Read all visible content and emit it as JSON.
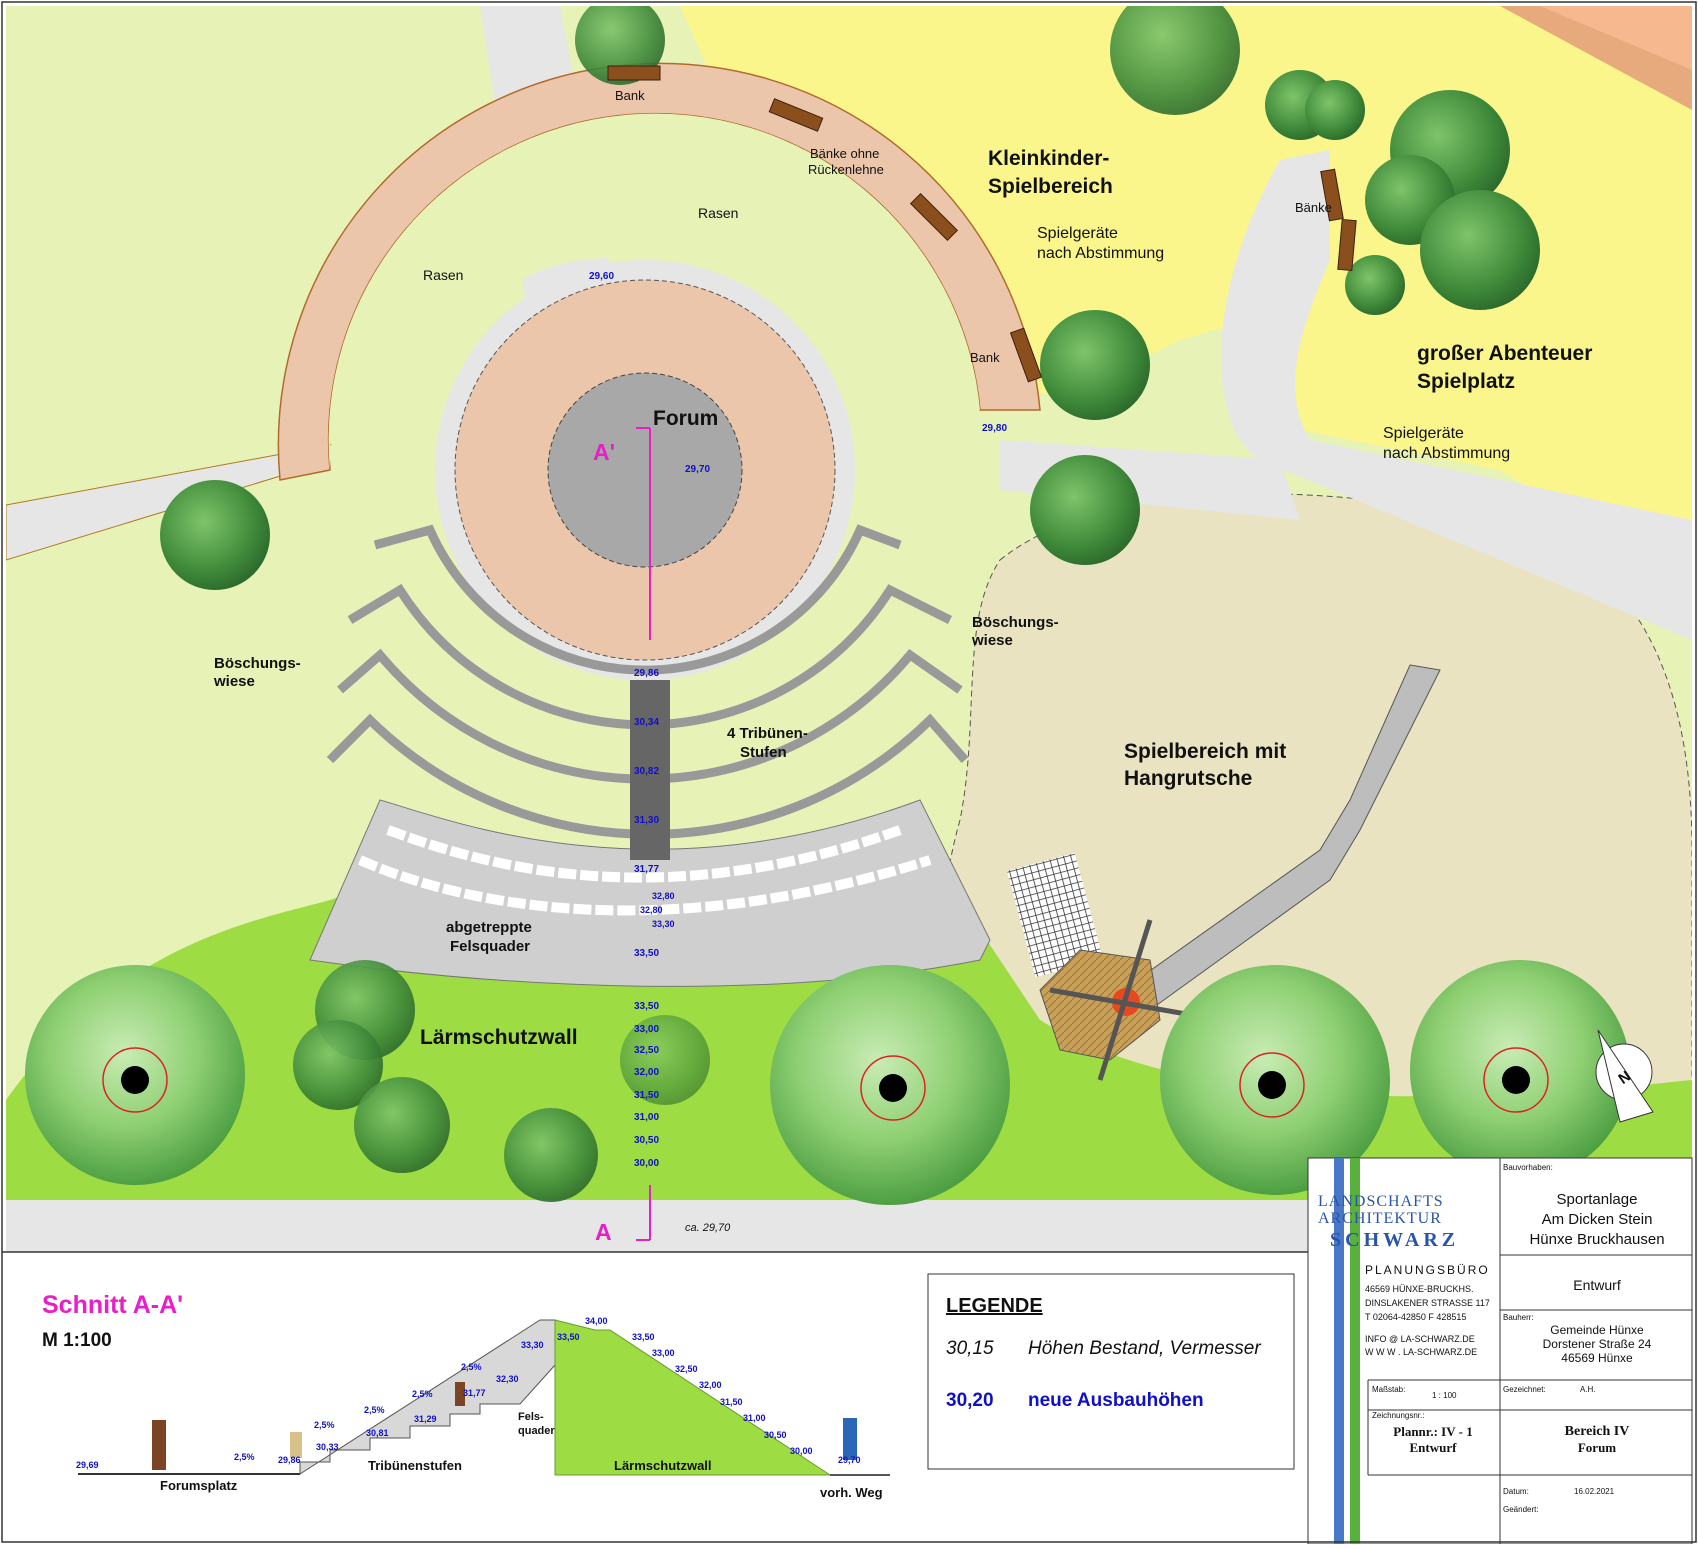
{
  "plan": {
    "labels": {
      "bank": "Bank",
      "baenke_ohne": "Bänke ohne",
      "rueckenlehne": "Rückenlehne",
      "rasen_1": "Rasen",
      "rasen_2": "Rasen",
      "kleinkinder_1": "Kleinkinder-",
      "kleinkinder_2": "Spielbereich",
      "spielgeraete_1": "Spielgeräte",
      "nach_abstimmung_1": "nach Abstimmung",
      "baenke": "Bänke",
      "bank_2": "Bank",
      "abenteuer_1": "großer Abenteuer",
      "abenteuer_2": "Spielplatz",
      "spielgeraete_2": "Spielgeräte",
      "nach_abstimmung_2": "nach Abstimmung",
      "forum": "Forum",
      "a_prime": "A'",
      "a": "A",
      "boeschung_l1": "Böschungs-",
      "boeschung_l2": "wiese",
      "boeschung_r1": "Böschungs-",
      "boeschung_r2": "wiese",
      "tribuenen_1": "4 Tribünen-",
      "tribuenen_2": "Stufen",
      "hangrutsche_1": "Spielbereich mit",
      "hangrutsche_2": "Hangrutsche",
      "felsquader_1": "abgetreppte",
      "felsquader_2": "Felsquader",
      "laermschutzwall": "Lärmschutzwall",
      "weg_height": "ca. 29,70",
      "north": "N"
    },
    "heights": {
      "h2960": "29,60",
      "h2980": "29,80",
      "h2970": "29,70",
      "h2986": "29,86",
      "h3034": "30,34",
      "h3082": "30,82",
      "h3130": "31,30",
      "h3177": "31,77",
      "h3280a": "32,80",
      "h3280b": "32,80",
      "h3330": "33,30",
      "h3350a": "33,50",
      "h3350b": "33,50",
      "h3300": "33,00",
      "h3250": "32,50",
      "h3200": "32,00",
      "h3150": "31,50",
      "h3100": "31,00",
      "h3050": "30,50",
      "h3000": "30,00"
    }
  },
  "section": {
    "title": "Schnitt A-A'",
    "scale": "M 1:100",
    "labels": {
      "forumsplatz": "Forumsplatz",
      "tribuenenstufen": "Tribünenstufen",
      "fels_1": "Fels-",
      "fels_2": "quader",
      "laermschutzwall": "Lärmschutzwall",
      "weg": "vorh. Weg"
    },
    "heights": {
      "s2969": "29,69",
      "s2986": "29,86",
      "s3033": "30,33",
      "s3081": "30,81",
      "s3129": "31,29",
      "s3177": "31,77",
      "s3230": "32,30",
      "s3330": "33,30",
      "s3350a": "33,50",
      "s3400": "34,00",
      "s3350b": "33,50",
      "s3300": "33,00",
      "s3250": "32,50",
      "s3200": "32,00",
      "s3150": "31,50",
      "s3100": "31,00",
      "s3050": "30,50",
      "s3000": "30,00",
      "s2970": "29,70"
    },
    "slopes": [
      "2,5%",
      "2,5%",
      "2,5%",
      "2,5%",
      "2,5%"
    ]
  },
  "legend": {
    "title": "LEGENDE",
    "existing_value": "30,15",
    "existing_label": "Höhen Bestand, Vermesser",
    "new_value": "30,20",
    "new_label": "neue Ausbauhöhen"
  },
  "titleblock": {
    "logo_line1": "LANDSCHAFTS",
    "logo_line2": "ARCHITEKTUR",
    "logo_line3": "SCHWARZ",
    "buero": "PLANUNGSBÜRO",
    "addr1": "46569 HÜNXE-BRUCKHS.",
    "addr2": "DINSLAKENER STRASSE 117",
    "phone": "T 02064-42850   F 428515",
    "email": "INFO @ LA-SCHWARZ.DE",
    "web": "W W W . LA-SCHWARZ.DE",
    "bauvorhaben_label": "Bauvorhaben:",
    "bauvorhaben_1": "Sportanlage",
    "bauvorhaben_2": "Am Dicken Stein",
    "bauvorhaben_3": "Hünxe Bruckhausen",
    "phase": "Entwurf",
    "bauherr_label": "Bauherr:",
    "bauherr_1": "Gemeinde Hünxe",
    "bauherr_2": "Dorstener Straße 24",
    "bauherr_3": "46569 Hünxe",
    "massstab_label": "Maßstab:",
    "massstab": "1 : 100",
    "gezeichnet_label": "Gezeichnet:",
    "gezeichnet": "A.H.",
    "zeichnungsnr_label": "Zeichnungsnr.:",
    "plannr": "Plannr.: IV - 1",
    "plan_phase": "Entwurf",
    "bereich_1": "Bereich IV",
    "bereich_2": "Forum",
    "datum_label": "Datum:",
    "datum": "16.02.2021",
    "geaendert_label": "Geändert:"
  }
}
